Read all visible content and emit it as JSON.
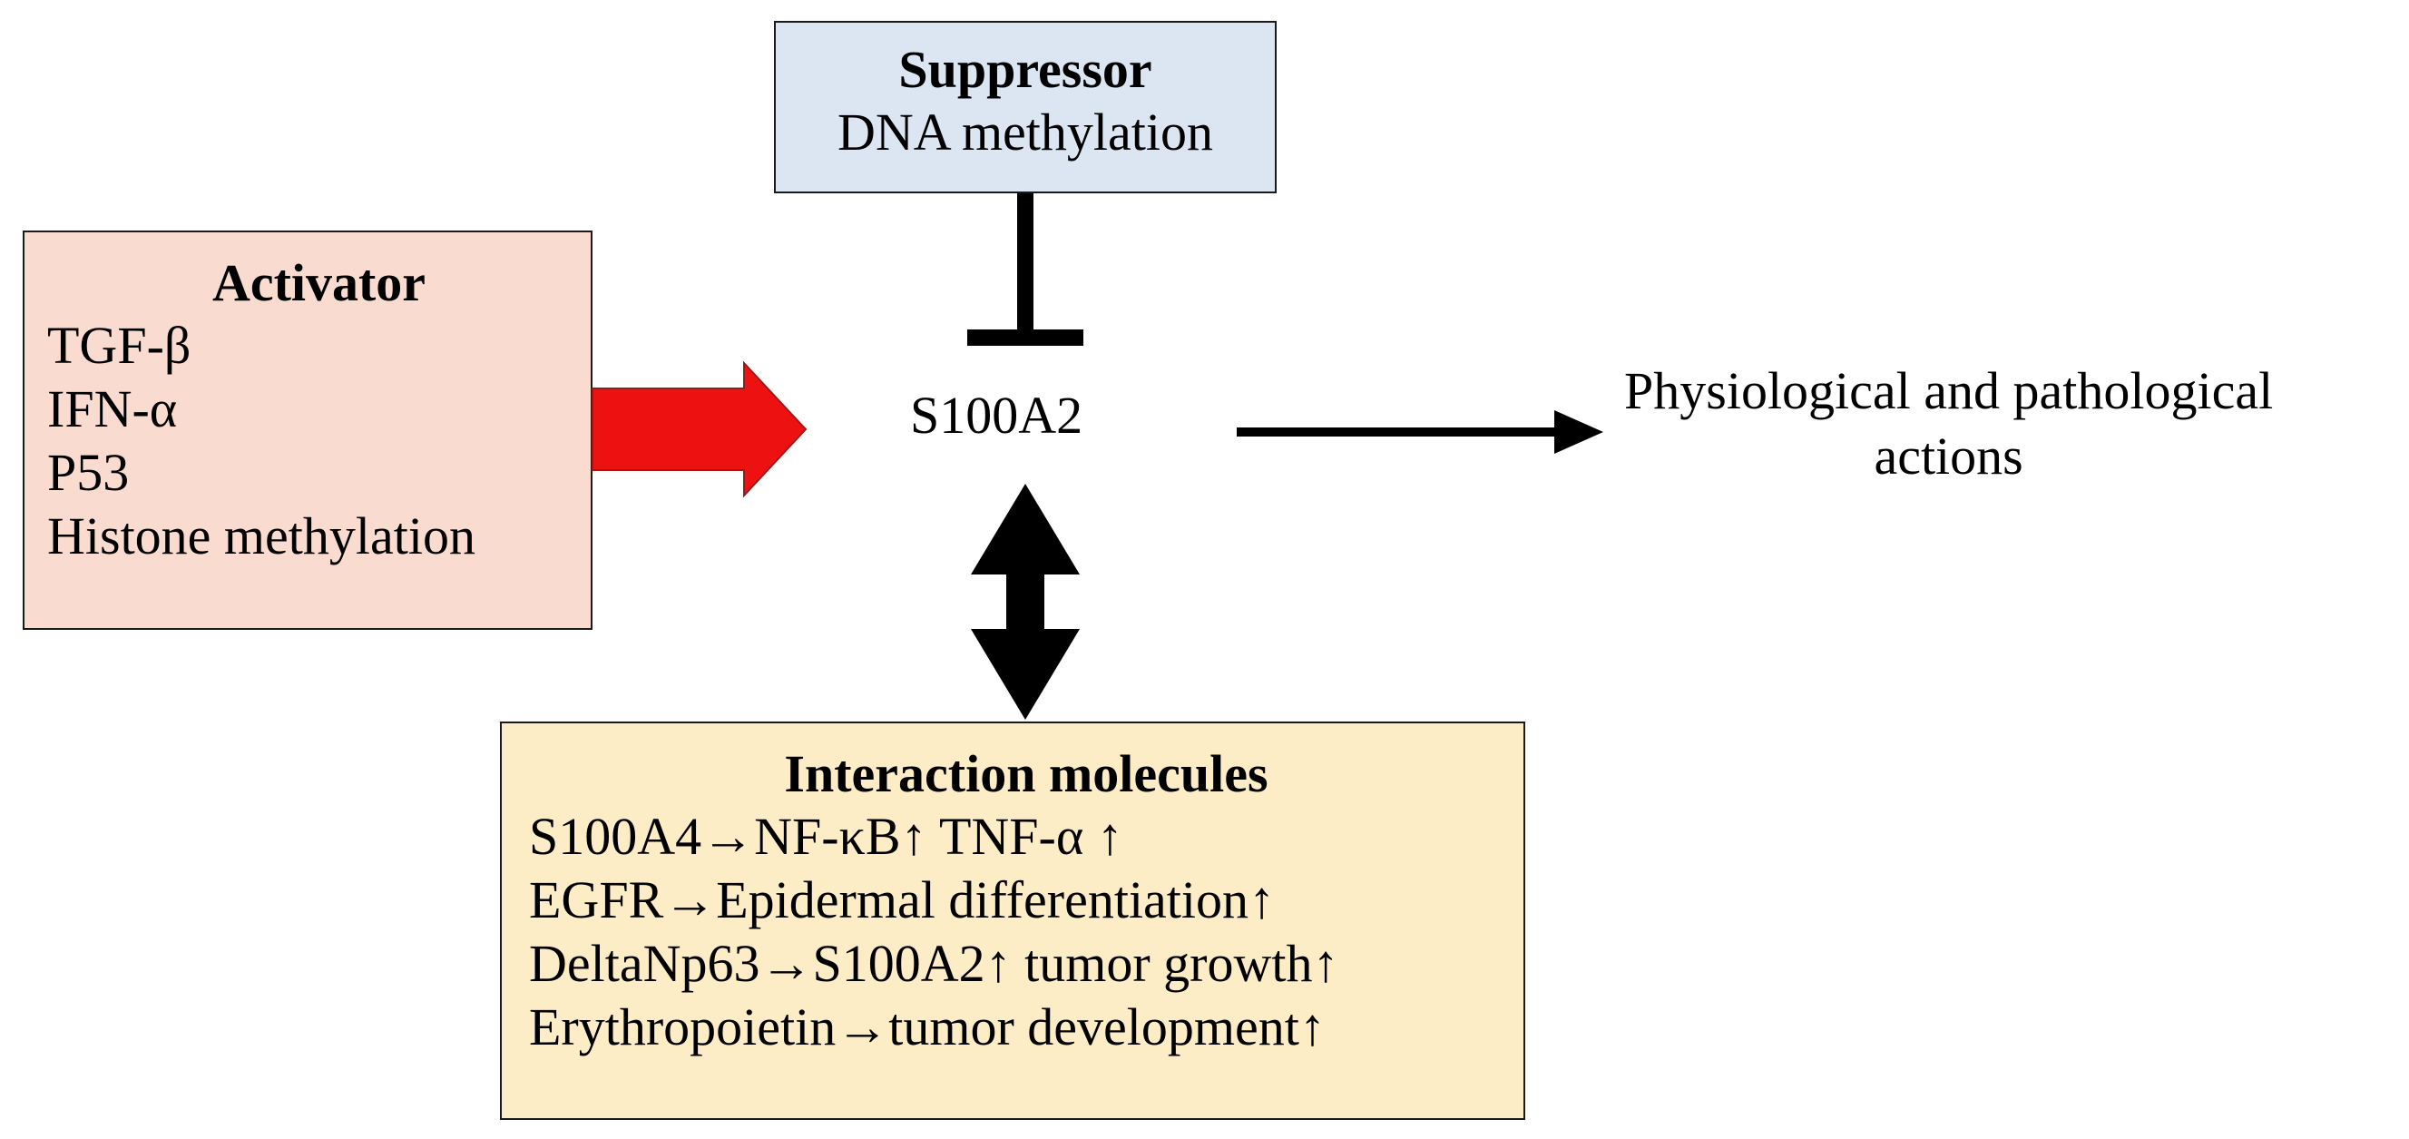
{
  "colors": {
    "suppressor_fill": "#dce6f2",
    "activator_fill": "#f9dccf",
    "interaction_fill": "#fdedc7",
    "activation_arrow": "#ee1111",
    "arrow_black": "#000000"
  },
  "suppressor": {
    "title": "Suppressor",
    "items": [
      "DNA methylation"
    ]
  },
  "activator": {
    "title": "Activator",
    "items": [
      "TGF-β",
      "IFN-α",
      "P53",
      "Histone methylation"
    ]
  },
  "center": {
    "label": "S100A2"
  },
  "outcome": {
    "line1": "Physiological and pathological",
    "line2": "actions"
  },
  "interaction": {
    "title": "Interaction molecules",
    "items": [
      "S100A4→NF-κB↑ TNF-α ↑",
      "EGFR→Epidermal differentiation↑",
      "DeltaNp63→S100A2↑ tumor growth↑",
      "Erythropoietin→tumor development↑"
    ]
  }
}
